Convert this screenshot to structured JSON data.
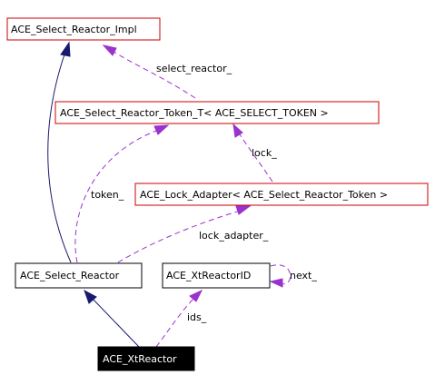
{
  "colors": {
    "inheritance_edge": "#191970",
    "usage_edge": "#9a32cd",
    "class_border_red": "#cc0000",
    "class_border_black": "#000000",
    "focus_node_fill": "#000000",
    "focus_node_text": "#ffffff"
  },
  "nodes": {
    "impl": "ACE_Select_Reactor_Impl",
    "token_t": "ACE_Select_Reactor_Token_T< ACE_SELECT_TOKEN >",
    "lock_adapter": "ACE_Lock_Adapter< ACE_Select_Reactor_Token >",
    "select_reactor": "ACE_Select_Reactor",
    "xtreactorid": "ACE_XtReactorID",
    "xtreactor": "ACE_XtReactor"
  },
  "edge_labels": {
    "select_reactor": "select_reactor_",
    "lock": "lock_",
    "token": "token_",
    "lock_adapter": "lock_adapter_",
    "next": "next_",
    "ids": "ids_"
  }
}
